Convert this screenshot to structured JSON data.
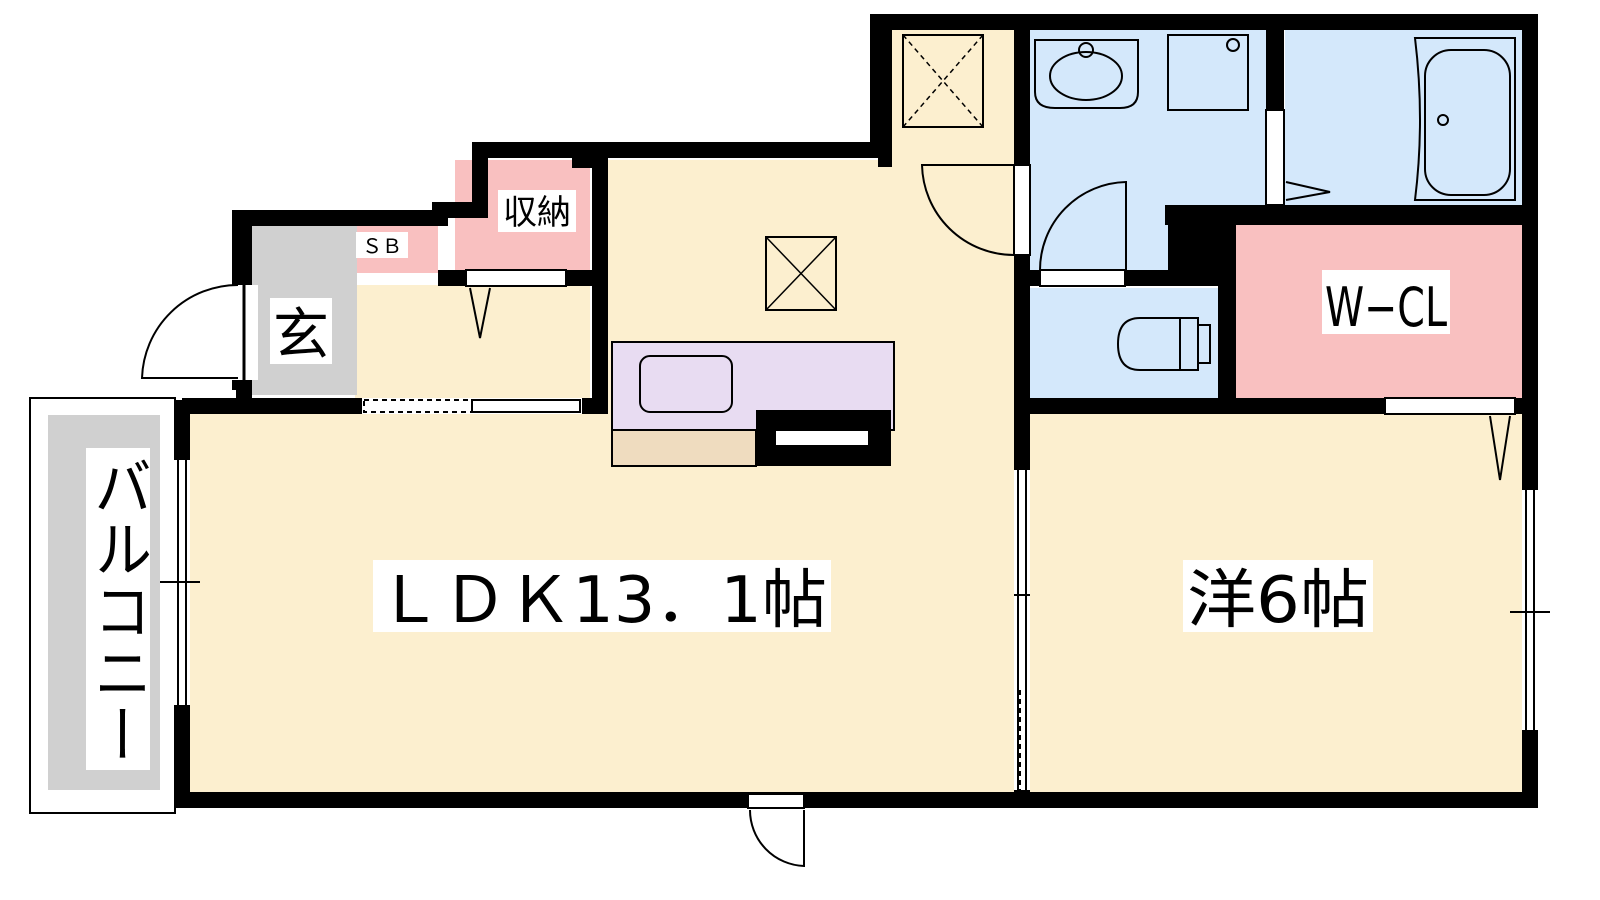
{
  "rooms": {
    "ldk": "ＬＤＫ13．1帖",
    "western": "洋6帖",
    "entrance": "玄",
    "storage": "収納",
    "shoebox": "ＳＢ",
    "walkin_closet": "W−CL",
    "balcony": "バルコニー"
  },
  "colors": {
    "living_floor": "#fcefcf",
    "wet_area": "#d4e8fb",
    "storage_pink": "#f9c0c0",
    "entrance_gray": "#d0d0d0",
    "kitchen_counter": "#e8dcf2",
    "kitchen_wood": "#efdcbf",
    "wall": "#000000"
  }
}
